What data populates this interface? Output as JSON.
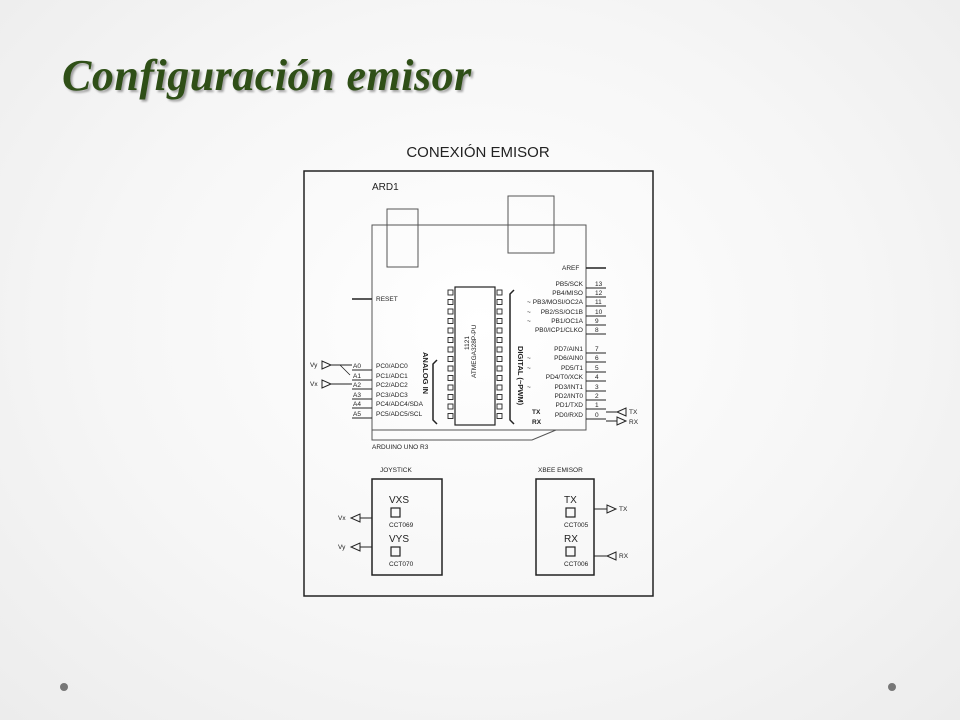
{
  "slide": {
    "title": "Configuración emisor"
  },
  "diagram": {
    "title": "CONEXIÓN EMISOR",
    "ard_label": "ARD1",
    "aref": "AREF",
    "reset": "RESET",
    "board_name": "ARDUINO UNO R3",
    "chip_label": "ATMEGA328P-PU",
    "chip_number": "1121",
    "analog_label": "ANALOG IN",
    "digital_label": "DIGITAL (~PWM)",
    "digital_pins": [
      {
        "label": "PB5/SCK",
        "num": "13",
        "tilde": ""
      },
      {
        "label": "PB4/MISO",
        "num": "12",
        "tilde": ""
      },
      {
        "label": "PB3/MOSI/OC2A",
        "num": "11",
        "tilde": "~"
      },
      {
        "label": "PB2/SS/OC1B",
        "num": "10",
        "tilde": "~"
      },
      {
        "label": "PB1/OC1A",
        "num": "9",
        "tilde": "~"
      },
      {
        "label": "PB0/ICP1/CLKO",
        "num": "8",
        "tilde": ""
      },
      {
        "label": "PD7/AIN1",
        "num": "7",
        "tilde": ""
      },
      {
        "label": "PD6/AIN0",
        "num": "6",
        "tilde": "~"
      },
      {
        "label": "PD5/T1",
        "num": "5",
        "tilde": "~"
      },
      {
        "label": "PD4/T0/XCK",
        "num": "4",
        "tilde": ""
      },
      {
        "label": "PD3/INT1",
        "num": "3",
        "tilde": "~"
      },
      {
        "label": "PD2/INT0",
        "num": "2",
        "tilde": ""
      },
      {
        "label": "PD1/TXD",
        "num": "1",
        "tilde": ""
      },
      {
        "label": "PD0/RXD",
        "num": "0",
        "tilde": ""
      }
    ],
    "digital_tx_label": "TX",
    "digital_rx_label": "RX",
    "analog_pins": [
      {
        "num": "A0",
        "label": "PC0/ADC0"
      },
      {
        "num": "A1",
        "label": "PC1/ADC1"
      },
      {
        "num": "A2",
        "label": "PC2/ADC2"
      },
      {
        "num": "A3",
        "label": "PC3/ADC3"
      },
      {
        "num": "A4",
        "label": "PC4/ADC4/SDA"
      },
      {
        "num": "A5",
        "label": "PC5/ADC5/SCL"
      }
    ],
    "left_ports": {
      "vy": "Vy",
      "vx": "Vx"
    },
    "right_ports": {
      "tx": "TX",
      "rx": "RX"
    },
    "joystick": {
      "title": "JOYSTICK",
      "pin1": "VXS",
      "pin1_code": "CCT069",
      "pin2": "VYS",
      "pin2_code": "CCT070",
      "port1": "Vx",
      "port2": "Vy"
    },
    "xbee": {
      "title": "XBEE EMISOR",
      "pin1": "TX",
      "pin1_code": "CCT005",
      "pin2": "RX",
      "pin2_code": "CCT006",
      "port1": "TX",
      "port2": "RX"
    }
  }
}
